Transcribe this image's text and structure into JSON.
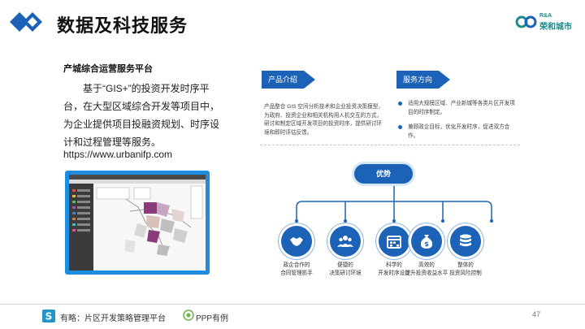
{
  "header": {
    "title": "数据及科技服务",
    "logo_top": "R&A",
    "logo_bottom": "荣和城市"
  },
  "left": {
    "subtitle": "产城综合运营服务平台",
    "paragraph": "基于“GIS+”的投资开发时序平台，在大型区域综合开发等项目中，为企业提供项目投融资规划、时序设计和过程管理等服务。",
    "url": "https://www.urbanifp.com"
  },
  "product": {
    "tag": "产品介绍",
    "description": "产品整合 GIS 空间分析技术和企业投资决策模型，为政府、投资企业和相关机构用人机交互的方式，研讨和制定区域开发项目的投资时序，提供研讨环境和即时评估反馈。"
  },
  "direction": {
    "tag": "服务方向",
    "items": [
      "适用大规模区域、产业新城等各类片区开发项目的时序制定。",
      "兼顾政企目标，优化开发时序，促进双方合作。"
    ]
  },
  "advantages": {
    "title": "优势",
    "items": [
      {
        "icon": "handshake-icon",
        "line1": "政企合作的",
        "line2": "合同管理抓手"
      },
      {
        "icon": "people-icon",
        "line1": "便捷的",
        "line2": "决策研讨环境"
      },
      {
        "icon": "calendar-icon",
        "line1": "科学的",
        "line2": "开发时序设计"
      },
      {
        "icon": "money-bag-icon",
        "line1": "高效的",
        "line2": "提升投资收益水平"
      },
      {
        "icon": "database-icon",
        "line1": "整体的",
        "line2": "投资风险控制"
      }
    ]
  },
  "footer": {
    "brand_text": "有略：片区开发策略管理平台",
    "ppp_text": "PPP有例",
    "page_number": "47"
  },
  "colors": {
    "primary": "#1c63b7",
    "accent_light": "#d7e6f6",
    "screenshot_frame": "#1e8de0"
  }
}
